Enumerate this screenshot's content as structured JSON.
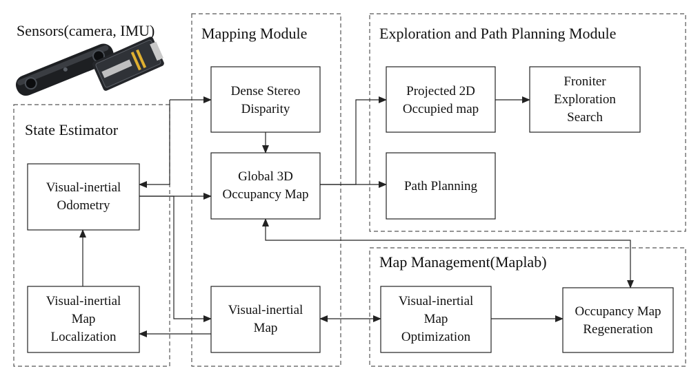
{
  "sensors": {
    "title": "Sensors(camera, IMU)"
  },
  "modules": {
    "state_estimator": "State Estimator",
    "mapping": "Mapping Module",
    "exploration": "Exploration and Path Planning Module",
    "map_management": "Map Management(Maplab)"
  },
  "nodes": {
    "vio": [
      "Visual-inertial",
      "Odometry"
    ],
    "vml": [
      "Visual-inertial",
      "Map",
      "Localization"
    ],
    "dense": [
      "Dense Stereo",
      "Disparity"
    ],
    "global3d": [
      "Global 3D",
      "Occupancy Map"
    ],
    "vimap": [
      "Visual-inertial",
      "Map"
    ],
    "proj2d": [
      "Projected 2D",
      "Occupied map"
    ],
    "frontier": [
      "Froniter",
      "Exploration",
      "Search"
    ],
    "pathplan": [
      "Path Planning"
    ],
    "vimo": [
      "Visual-inertial",
      "Map",
      "Optimization"
    ],
    "ocmr": [
      "Occupancy Map",
      "Regeneration"
    ]
  }
}
